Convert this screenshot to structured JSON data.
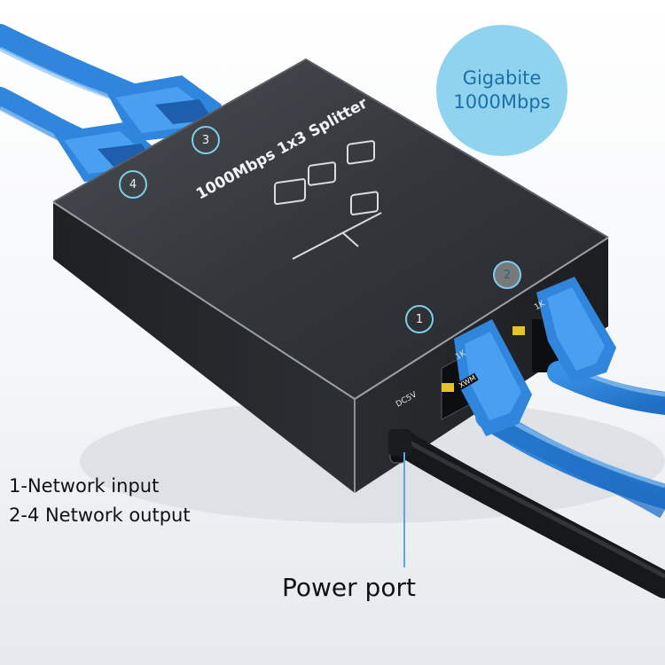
{
  "device": {
    "label": "1000Mbps 1x3 Splitter",
    "power_port_label": "DC5V",
    "port_label_a": "1K",
    "port_label_b": "XWM"
  },
  "badge": {
    "line1": "Gigabite",
    "line2": "1000Mbps"
  },
  "legend": {
    "line1": "1-Network input",
    "line2": "2-4 Network output"
  },
  "caption": "Power port",
  "markers": [
    "1",
    "2",
    "3",
    "4"
  ],
  "colors": {
    "cable_blue": "#2f86dc",
    "badge_fill": "#8fd3ef",
    "badge_text": "#1c6fa8",
    "marker_ring": "#7fcde8",
    "device_body": "#2a2d31"
  }
}
